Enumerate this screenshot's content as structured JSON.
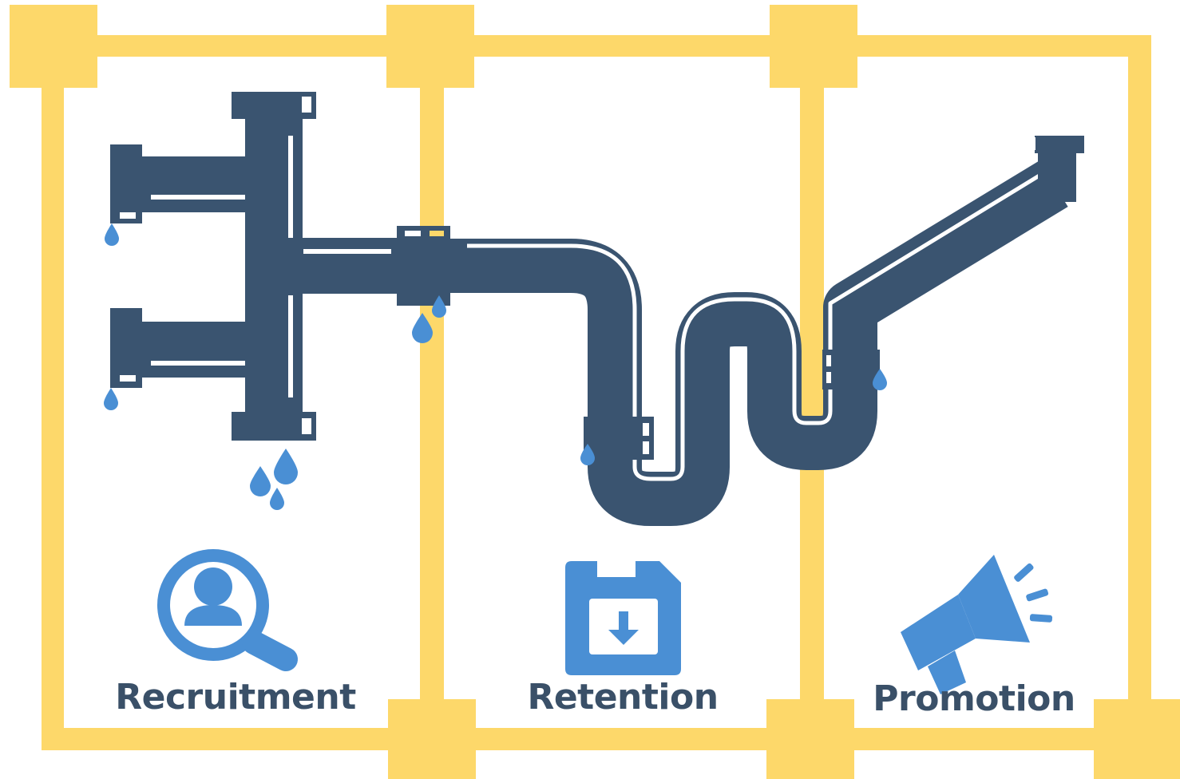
{
  "stages": [
    {
      "id": "recruitment",
      "label": "Recruitment",
      "icon": "magnifier-person-icon"
    },
    {
      "id": "retention",
      "label": "Retention",
      "icon": "floppy-disk-download-icon"
    },
    {
      "id": "promotion",
      "label": "Promotion",
      "icon": "megaphone-icon"
    }
  ],
  "colors": {
    "frame": "#fdd86a",
    "pipe": "#3a5470",
    "pipe_highlight": "#ffffff",
    "drop": "#4a8fd4",
    "icon": "#4a8fd4",
    "label": "#3a5068"
  }
}
